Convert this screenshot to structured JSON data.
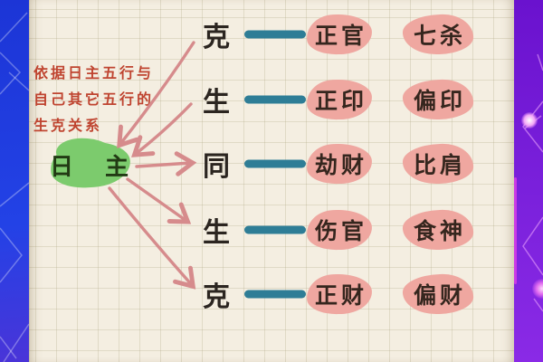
{
  "annotation": {
    "lines": [
      "依据日主五行与",
      "自己其它五行的",
      "生克关系"
    ]
  },
  "day_master": {
    "label": "日 主"
  },
  "rows": [
    {
      "relation": "克",
      "primary": "正官",
      "secondary": "七杀",
      "arrow_direction": "to-day-master"
    },
    {
      "relation": "生",
      "primary": "正印",
      "secondary": "偏印",
      "arrow_direction": "to-day-master"
    },
    {
      "relation": "同",
      "primary": "劫财",
      "secondary": "比肩",
      "arrow_direction": "from-day-master"
    },
    {
      "relation": "生",
      "primary": "伤官",
      "secondary": "食神",
      "arrow_direction": "from-day-master"
    },
    {
      "relation": "克",
      "primary": "正财",
      "secondary": "偏财",
      "arrow_direction": "from-day-master"
    }
  ],
  "colors": {
    "paper": "#f4eee1",
    "grid_line": "#ada482",
    "left_strip": "#2342e6",
    "right_strip": "#7b21dc",
    "magenta_accent": "#d93ee8",
    "teal_line": "#2e7d96",
    "pink_highlight": "#efa7a0",
    "green_highlight": "#7ccb6d",
    "arrow_pink": "#d68b8c",
    "annotation_red": "#bf4430",
    "ink": "#2b2520"
  }
}
